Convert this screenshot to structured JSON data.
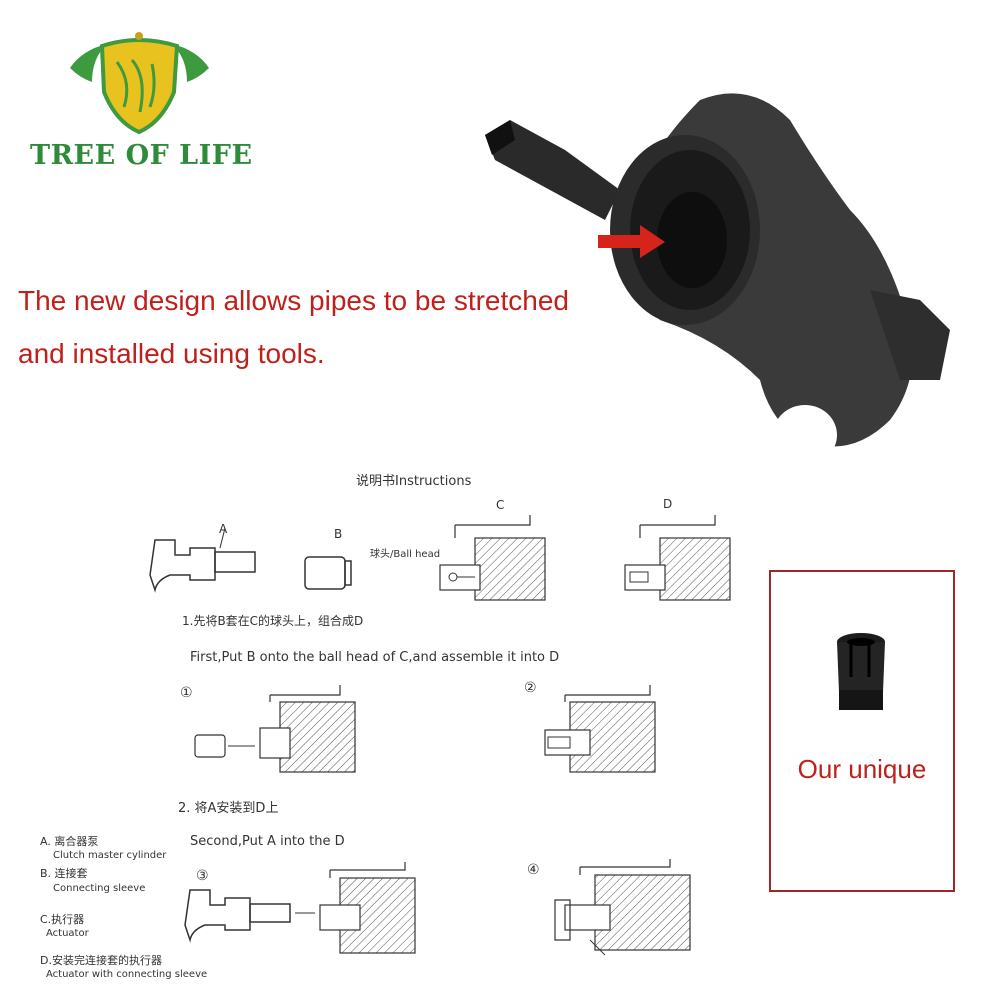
{
  "brand": {
    "name": "TREE OF LIFE"
  },
  "headline": {
    "line1": "The new design allows pipes to be stretched",
    "line2": "and installed using tools."
  },
  "instructions": {
    "title": "说明书Instructions",
    "label_a": "A",
    "label_b": "B",
    "label_c": "C",
    "label_d": "D",
    "ball_head": "球头/Ball head",
    "step1_cn": "1.先将B套在C的球头上，组合成D",
    "step1_en": "First,Put B onto the ball head of C,and assemble it into D",
    "step2_cn": "2. 将A安装到D上",
    "step2_en": "Second,Put A into the D",
    "circle1": "①",
    "circle2": "②",
    "circle3": "③",
    "circle4": "④"
  },
  "legend": {
    "a_cn": "A. 离合器泵",
    "a_en": "Clutch master  cylinder",
    "b_cn": "B. 连接套",
    "b_en": "Connecting sleeve",
    "c_cn": "C.执行器",
    "c_en": "Actuator",
    "d_cn": "D.安装完连接套的执行器",
    "d_en": "Actuator with connecting sleeve"
  },
  "unique": {
    "label": "Our unique"
  },
  "colors": {
    "brand_green": "#2e8b3a",
    "accent_red": "#c0201b",
    "box_border": "#a3262b",
    "shield_yellow": "#e8c21e"
  }
}
